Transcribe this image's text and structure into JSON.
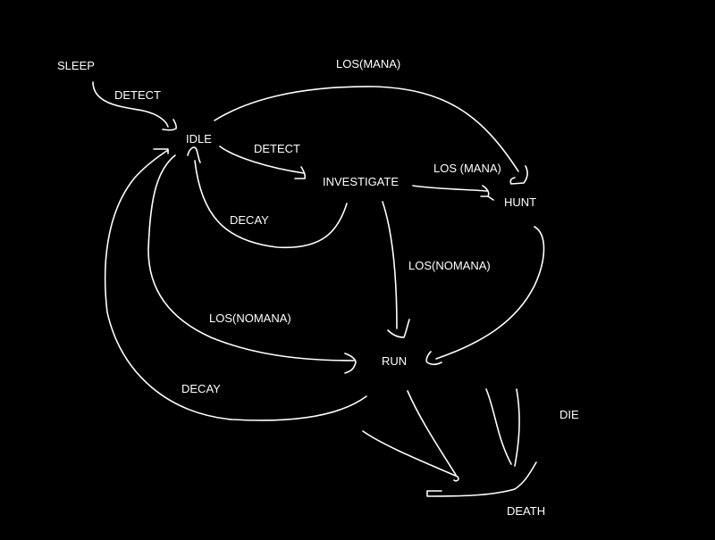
{
  "colors": {
    "background": "#000000",
    "foreground": "#ffffff"
  },
  "states": {
    "sleep": "SLEEP",
    "idle": "IDLE",
    "investigate": "INVESTIGATE",
    "hunt": "HUNT",
    "run": "RUN",
    "death": "DEATH"
  },
  "transitions": {
    "sleep_to_idle": "DETECT",
    "idle_to_hunt": "LOS(MANA)",
    "idle_to_investigate": "DETECT",
    "investigate_to_hunt": "LOS (MANA)",
    "investigate_to_idle": "DECAY",
    "investigate_to_run": "LOS(NOMANA)",
    "idle_to_run": "LOS(NOMANA)",
    "run_to_idle": "DECAY",
    "to_death": "DIE"
  }
}
